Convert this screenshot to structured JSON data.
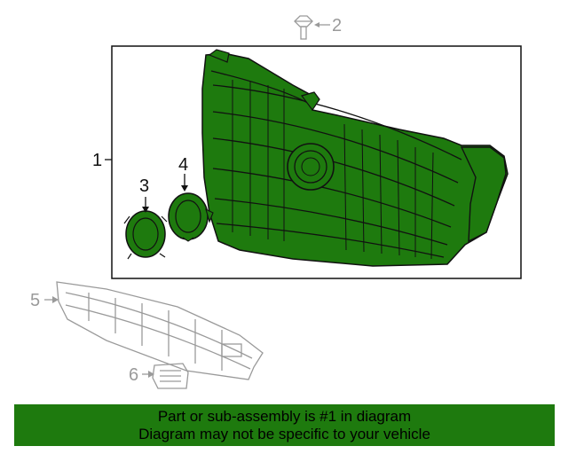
{
  "callouts": {
    "c1": "1",
    "c2": "2",
    "c3": "3",
    "c4": "4",
    "c5": "5",
    "c6": "6"
  },
  "banner": {
    "line1": "Part or sub-assembly is #1 in diagram",
    "line2": "Diagram may not be specific to your vehicle"
  },
  "colors": {
    "highlight": "#1e7a0e",
    "outline": "#111111",
    "ghost": "#9a9a9a"
  }
}
